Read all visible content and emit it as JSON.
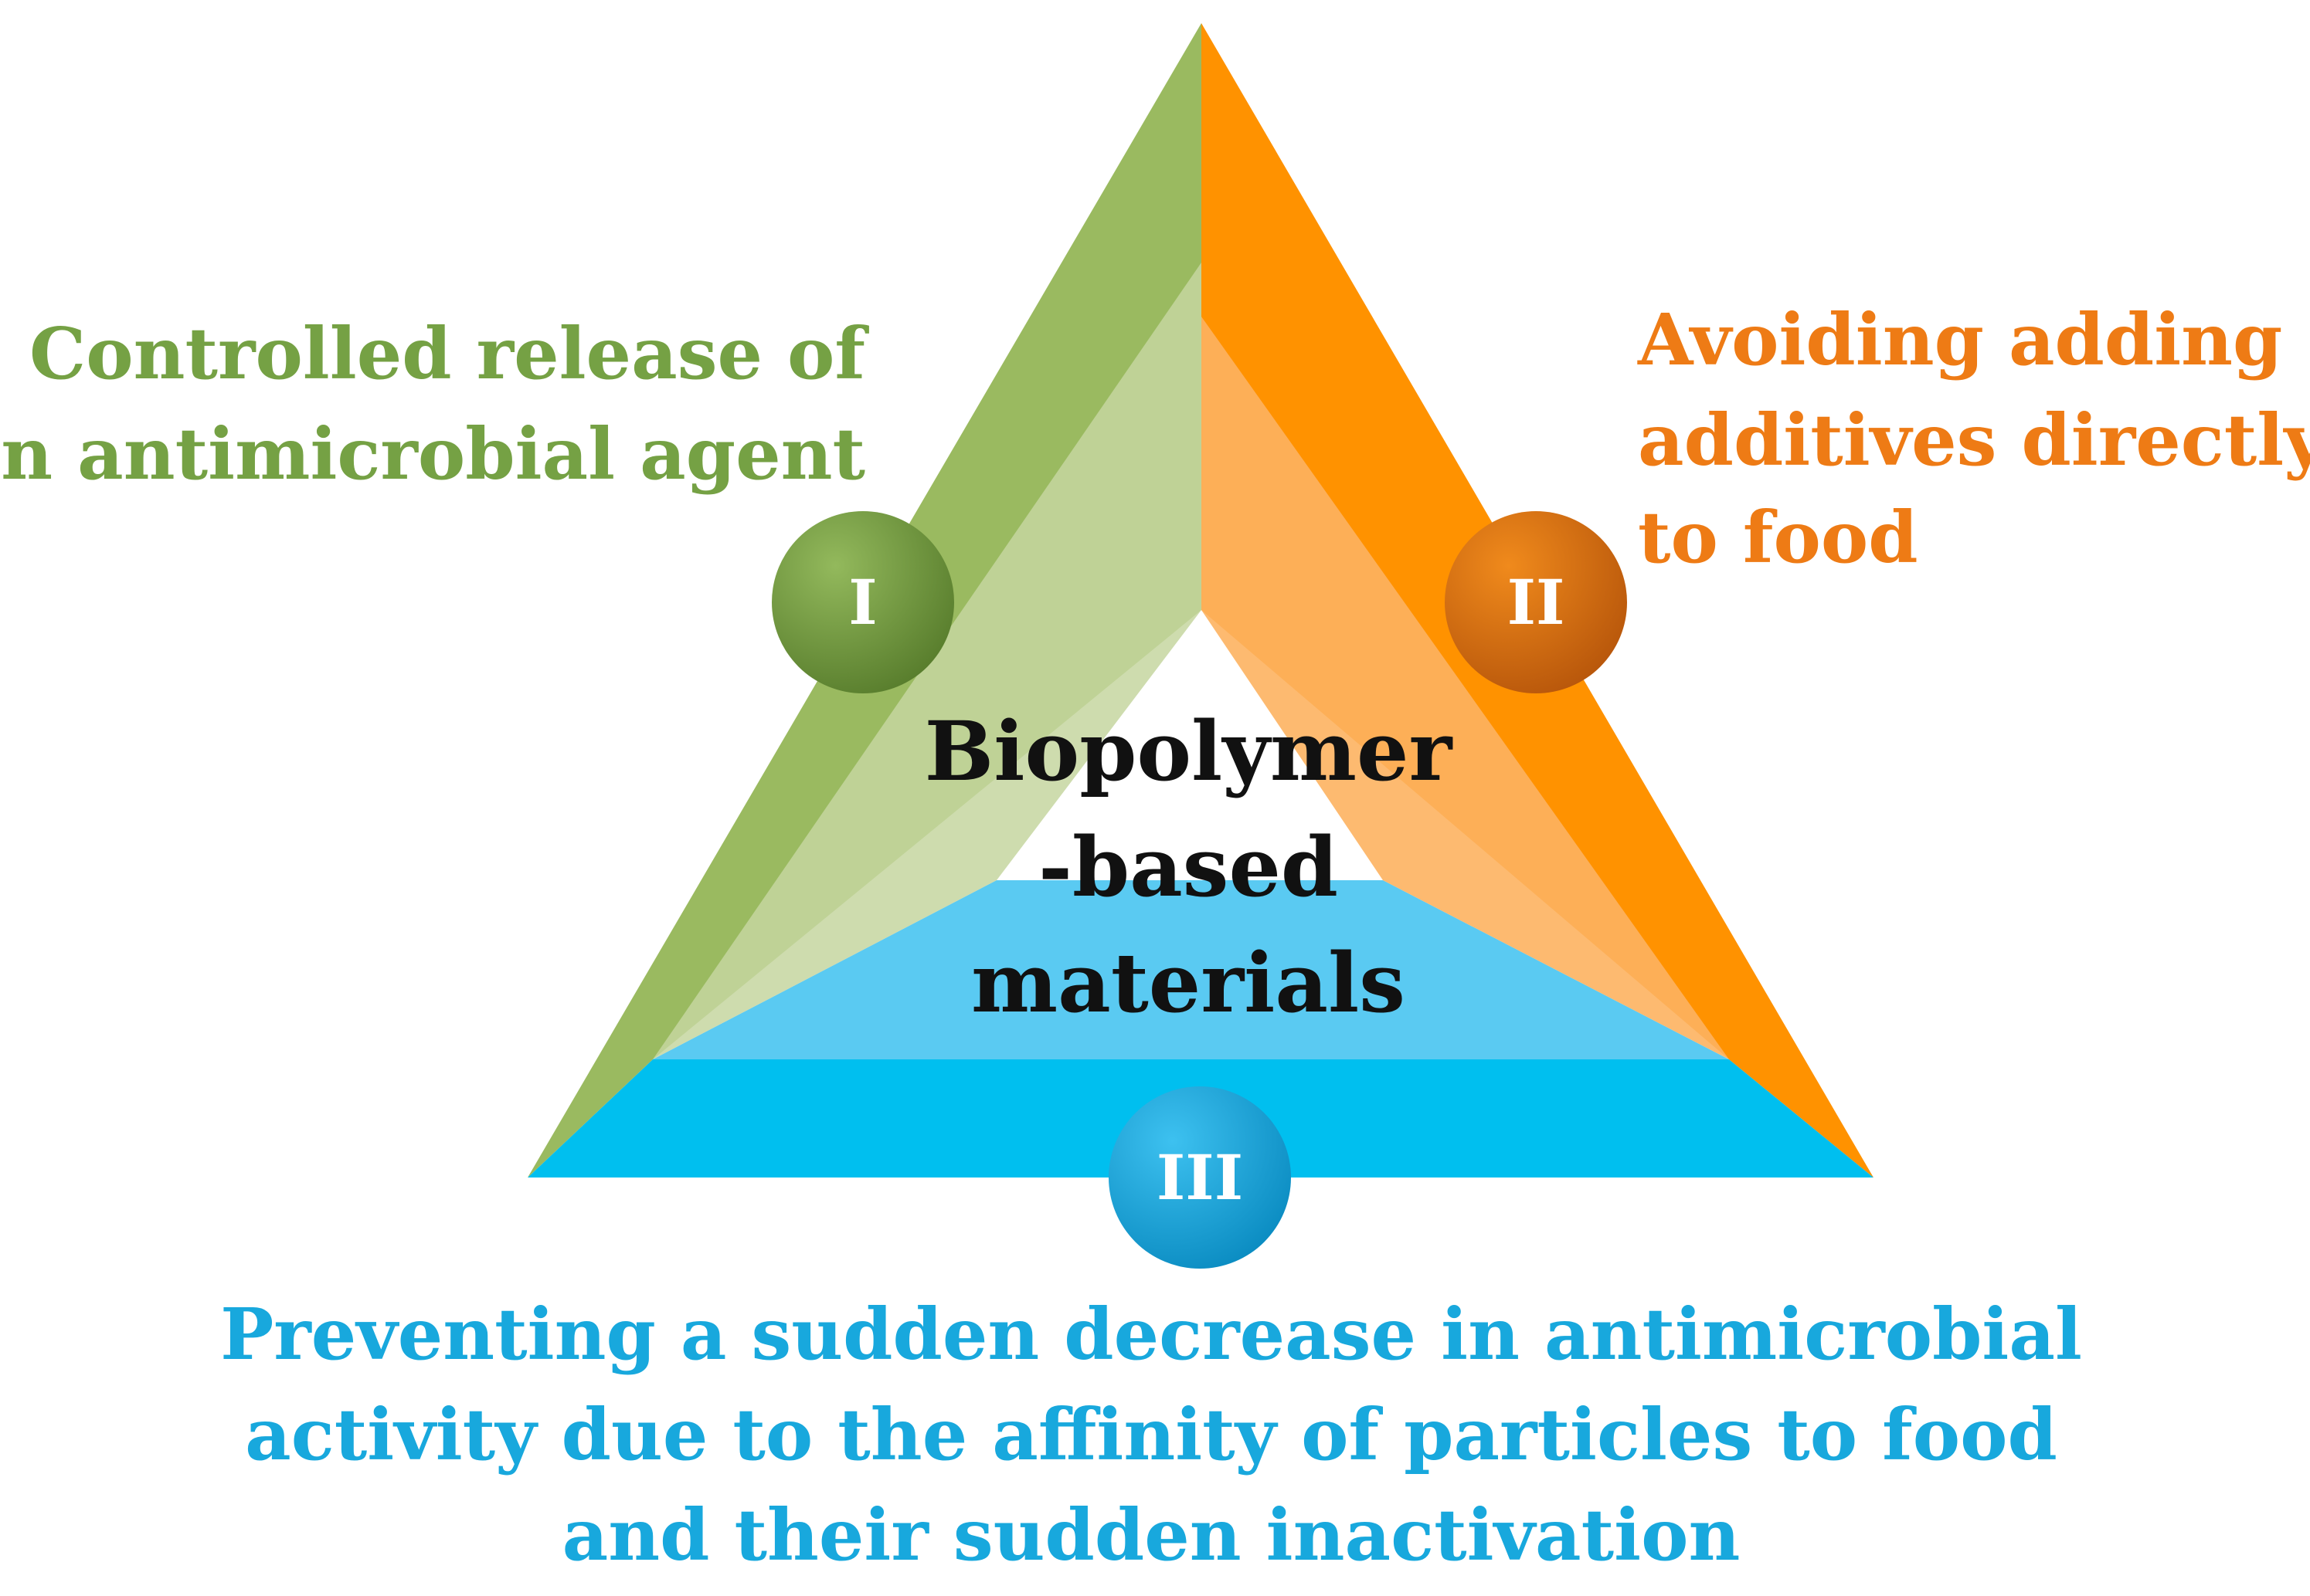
{
  "center": {
    "lines": [
      "Biopolymer",
      "-based",
      "materials"
    ],
    "color": "#111111"
  },
  "items": [
    {
      "numeral": "I",
      "text_lines": [
        "Controlled release of",
        "an antimicrobial agent"
      ],
      "color": "#75A144",
      "face_color": "#9ABA60",
      "badge_light": "#93B95C",
      "badge_dark": "#557A2A"
    },
    {
      "numeral": "II",
      "text_lines": [
        "Avoiding adding",
        "additives directly",
        "to food"
      ],
      "color": "#EE7B15",
      "face_color": "#FF9200",
      "badge_light": "#F08A1C",
      "badge_dark": "#B5540A"
    },
    {
      "numeral": "III",
      "text_lines": [
        "Preventing a sudden decrease in antimicrobial",
        "activity due to the affinity of particles to food",
        "and their sudden inactivation"
      ],
      "color": "#18A8DD",
      "face_color": "#00BFEF",
      "badge_light": "#3DC1F0",
      "badge_dark": "#0889BF"
    }
  ],
  "badge_text_color": "#FFFFFF"
}
